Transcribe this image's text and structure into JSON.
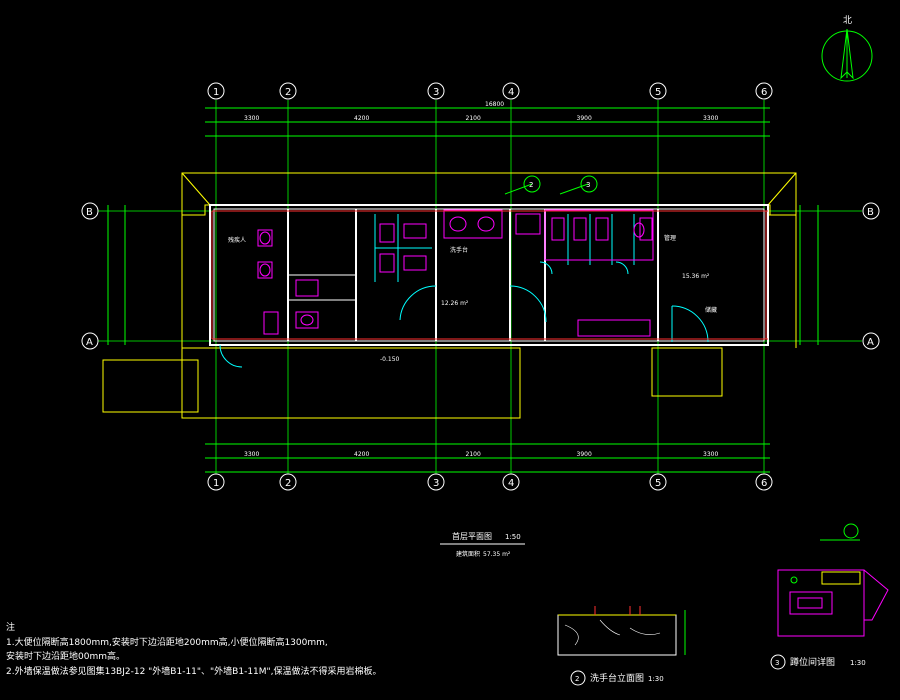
{
  "compass": {
    "label": "北"
  },
  "grid": {
    "columns": [
      "1",
      "2",
      "3",
      "4",
      "5",
      "6"
    ],
    "rows": [
      "B",
      "A"
    ]
  },
  "dims": {
    "overall_top": "16800",
    "spans": [
      "3300",
      "4200",
      "2100",
      "3900",
      "3300"
    ]
  },
  "rooms": {
    "wash_hall": "12.26 m²",
    "storage": "15.36 m²",
    "wash_tag": "洗手台",
    "storage_tag": "储藏",
    "mgmt_tag": "管理",
    "disabled_tag": "残疾人",
    "level": "-0.150"
  },
  "callouts": [
    "2",
    "3"
  ],
  "plan_title": {
    "name": "首层平面图",
    "scale": "1:50",
    "area_label": "建筑面积",
    "area_value": "57.35 m²"
  },
  "notes": {
    "head": "注",
    "line1": "1.大便位隔断高1800mm,安装时下边沿距地200mm高,小便位隔断高1300mm,",
    "line2": "  安装时下边沿距地00mm高。",
    "line3": "2.外墙保温做法参见图集13BJ2-12 \"外墙B1-11\"、\"外墙B1-11M\",保温做法不得采用岩棉板。"
  },
  "detail2": {
    "num": "2",
    "title": "洗手台立面图",
    "scale": "1:30"
  },
  "detail3": {
    "num": "3",
    "title": "蹲位间详图",
    "scale": "1:30"
  },
  "colors": {
    "wall": "#ffffff",
    "axis": "#00ff00",
    "fixture": "#ff00ff",
    "door": "#00ffff",
    "outline": "#ffff00",
    "dim": "#00ff00",
    "red": "#ff3030"
  }
}
